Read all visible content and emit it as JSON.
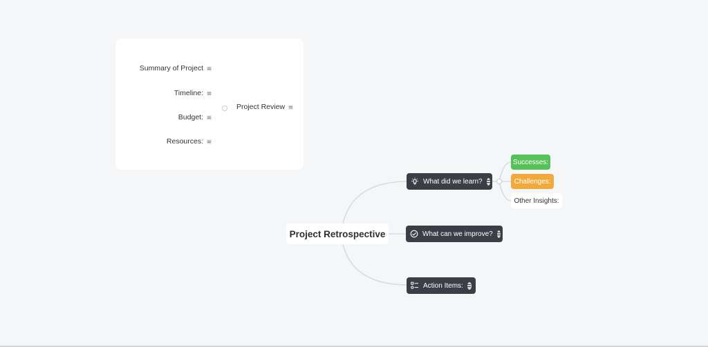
{
  "review": {
    "root": "Project Review",
    "items": [
      {
        "label": "Summary of Project"
      },
      {
        "label": "Timeline:"
      },
      {
        "label": "Budget:"
      },
      {
        "label": "Resources:"
      }
    ]
  },
  "central": {
    "title": "Project Retrospective"
  },
  "branches": [
    {
      "label": "What did we learn?",
      "icon": "lightbulb-icon"
    },
    {
      "label": "What can we improve?",
      "icon": "checkmark-circle-icon"
    },
    {
      "label": "Action Items:",
      "icon": "checklist-icon"
    }
  ],
  "learn_children": [
    {
      "label": "Successes:",
      "color": "#57c15a"
    },
    {
      "label": "Challenges:",
      "color": "#f2a93b"
    },
    {
      "label": "Other Insights:"
    }
  ],
  "colors": {
    "canvas": "#f5f6f8",
    "branch": "#3b3f45",
    "connector": "#d9dbdf"
  }
}
